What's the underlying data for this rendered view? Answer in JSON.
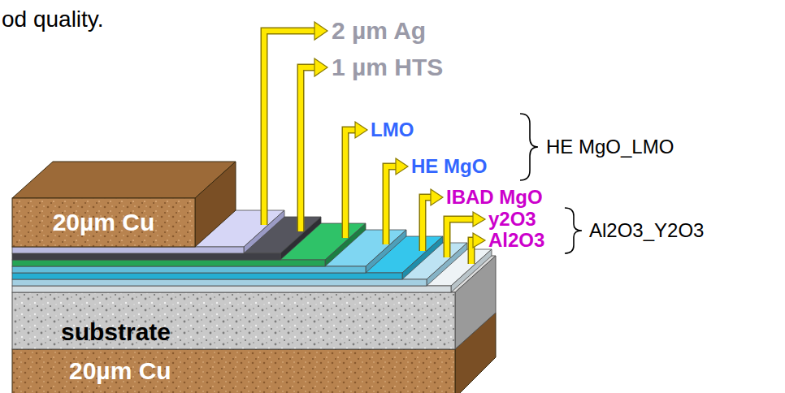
{
  "diagram": {
    "nodes": [
      {
        "text": [
          "20µm Cu"
        ]
      },
      {
        "text": [
          "substrate"
        ]
      },
      {
        "text": [
          "20µm Cu"
        ]
      }
    ],
    "labels": [
      "od quality.",
      "2 µm Ag",
      "1 µm HTS",
      "LMO",
      "HE MgO",
      "HE MgO_LMO",
      "IBAD MgO",
      "y2O3",
      "Al2O3",
      "Al2O3_Y2O3"
    ]
  }
}
